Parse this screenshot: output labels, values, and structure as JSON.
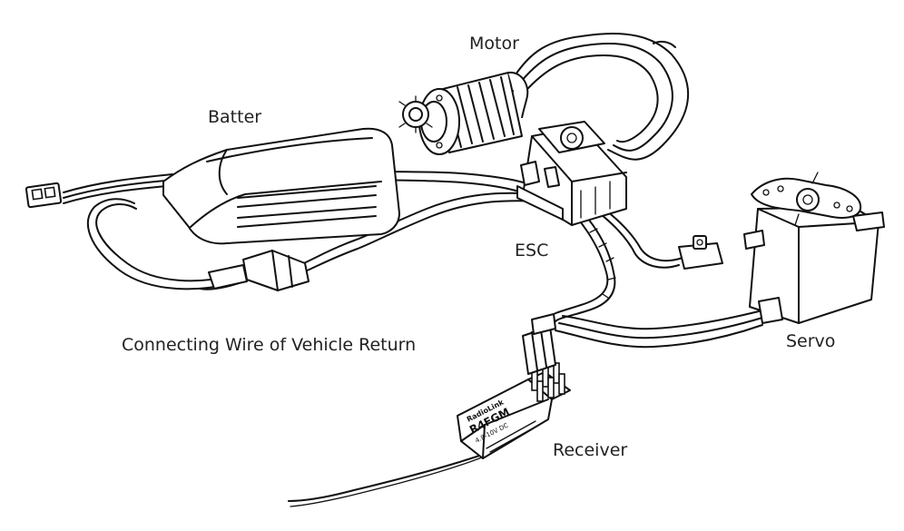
{
  "labels": {
    "motor": "Motor",
    "battery": "Batter",
    "esc": "ESC",
    "connecting_wire": "Connecting Wire of Vehicle Return",
    "servo": "Servo",
    "receiver": "Receiver"
  },
  "receiver_markings": {
    "brand": "RadioLink",
    "model": "R4FGM",
    "voltage": "4.8-10V DC"
  }
}
